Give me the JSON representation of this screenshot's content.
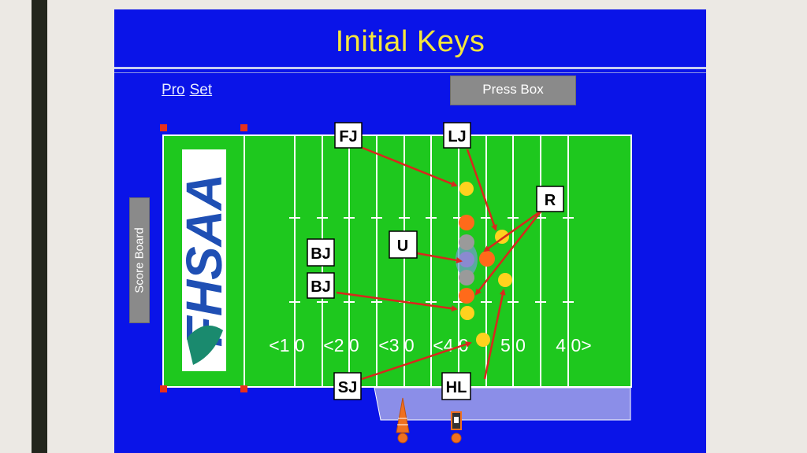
{
  "slide": {
    "title": "Initial Keys",
    "formation_words": [
      "Pro",
      "Set"
    ],
    "press_box_label": "Press Box",
    "score_board_label": "Score Board"
  },
  "field": {
    "logo_text": "FHSAA",
    "yard_numbers": [
      "<1 0",
      "<2 0",
      "<3 0",
      "<4 0",
      "5 0",
      "4 0>"
    ]
  },
  "officials": {
    "fj": "FJ",
    "lj": "LJ",
    "r": "R",
    "u": "U",
    "bj_top": "BJ",
    "bj_bottom": "BJ",
    "sj": "SJ",
    "hl": "HL"
  },
  "colors": {
    "slide_bg": "#0a14e8",
    "field_green": "#1ec81e",
    "title_yellow": "#f5e63c",
    "key_arrow": "#d8281c",
    "offense_yellow": "#ffd21e",
    "offense_orange": "#ff6a1a",
    "lineman_gray": "#9a9a9a"
  }
}
